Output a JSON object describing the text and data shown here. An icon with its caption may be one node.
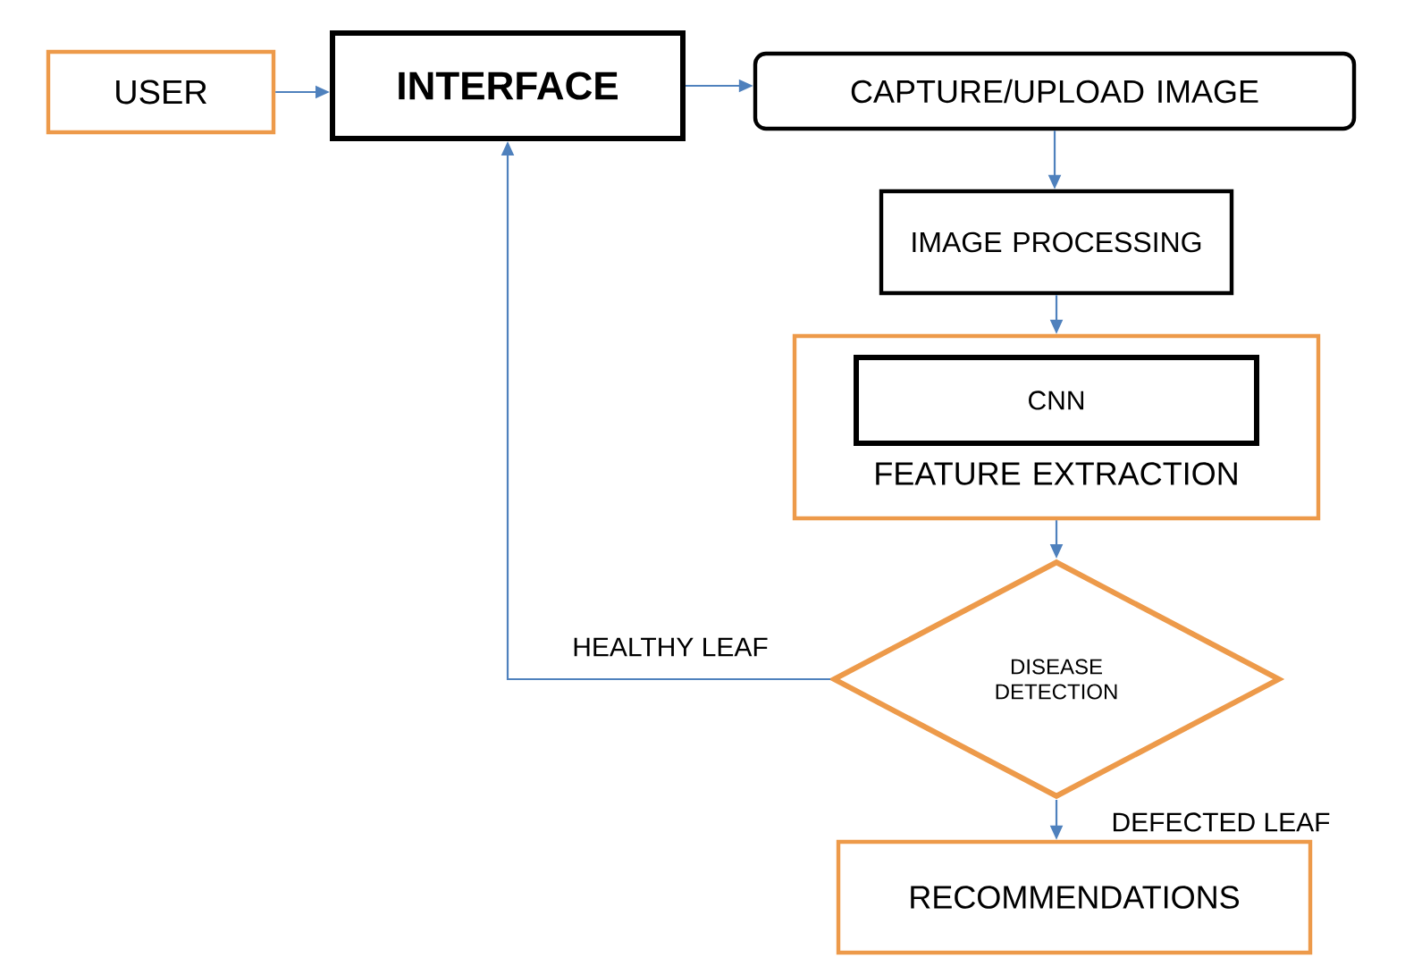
{
  "diagram": {
    "nodes": [
      {
        "text": [
          "USER"
        ]
      },
      {
        "text": [
          "INTERFACE"
        ]
      },
      {
        "text": [
          "CAPTURE/UPLOAD IMAGE"
        ]
      },
      {
        "text": [
          "IMAGE PROCESSING"
        ]
      },
      {
        "text": [
          "FEATURE EXTRACTION"
        ]
      },
      {
        "text": [
          "CNN"
        ],
        "in": 4
      },
      {
        "text": [
          "DISEASE DETECTION"
        ]
      },
      {
        "text": [
          "RECOMMENDATIONS"
        ]
      }
    ],
    "edges": [
      {
        "from": 0,
        "to": 1,
        "arrow": "to"
      },
      {
        "from": 1,
        "to": 2,
        "arrow": "to"
      },
      {
        "from": 2,
        "to": 3,
        "arrow": "to"
      },
      {
        "from": 3,
        "to": 4,
        "arrow": "to"
      },
      {
        "from": 4,
        "to": 6,
        "arrow": "to"
      },
      {
        "from": 6,
        "to": 1,
        "arrow": "to",
        "label": "HEALTHY LEAF"
      },
      {
        "from": 6,
        "to": 7,
        "arrow": "to",
        "label": "DEFECTED LEAF"
      }
    ]
  }
}
